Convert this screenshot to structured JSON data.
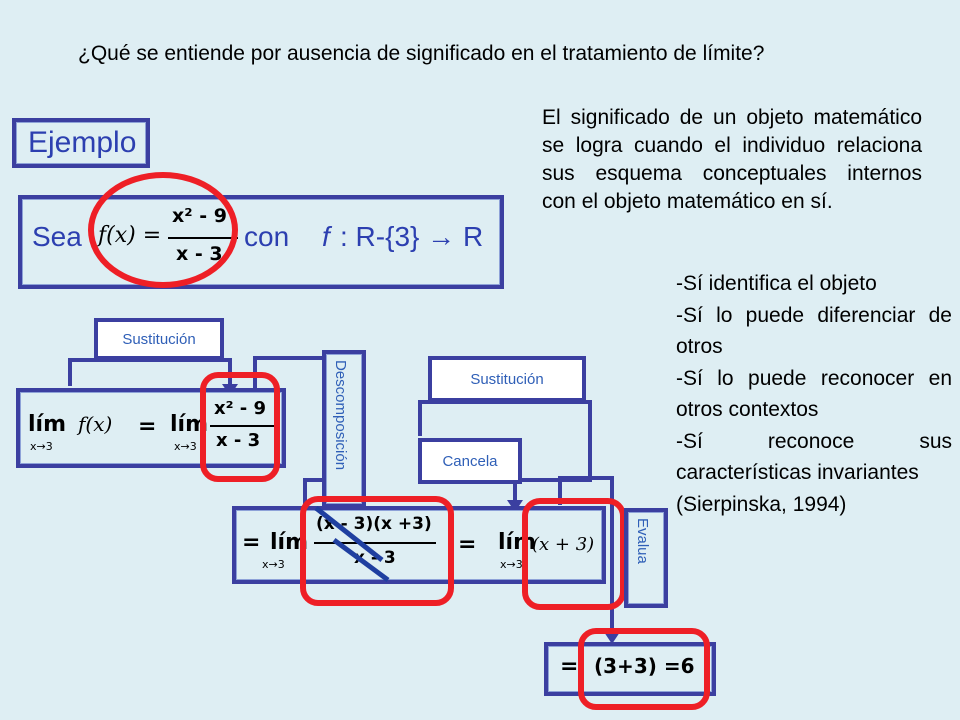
{
  "question": "¿Qué se entiende por ausencia de significado en el tratamiento de límite?",
  "paragraph": {
    "main": "El significado de un objeto matemático se logra cuando el individuo relaciona sus esquema conceptuales internos",
    "last": "con el objeto matemático en sí."
  },
  "list": [
    "-Sí identifica el objeto",
    "-Sí lo puede diferenciar de otros",
    "-Sí lo puede reconocer en otros contextos",
    "-Sí reconoce sus características invariantes",
    "(Sierpinska, 1994)"
  ],
  "example": {
    "title": "Ejemplo",
    "sea": "Sea",
    "con": "con",
    "f_italic": "f",
    "domain_text": ": R-{3} → R",
    "fx": "f(x) =",
    "numerator": "x² - 9",
    "denominator": "x - 3"
  },
  "steps": {
    "sustitucion_1": "Sustitución",
    "descomposicion": "Descomposición",
    "sustitucion_2": "Sustitución",
    "cancela": "Cancela",
    "evalua": "Evalua"
  },
  "math": {
    "lim": "lím",
    "sub": "x→3",
    "f_of_x": "f(x)",
    "eq": "=",
    "num_x2_9": "x² - 9",
    "den_x_3": "x - 3",
    "factored_num": "(x - 3)(x +3)",
    "x_plus_3": "(x + 3)",
    "final": "(3+3) =6",
    "eq_final": "="
  },
  "colors": {
    "background": "#deeef3",
    "box_border": "#3b3fa0",
    "label_blue": "#2f5fb7",
    "highlight_red": "#ee1f26"
  }
}
